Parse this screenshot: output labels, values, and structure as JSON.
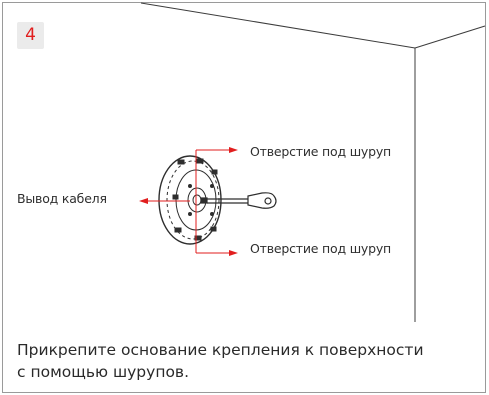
{
  "step": {
    "number": "4"
  },
  "labels": {
    "screw_hole_top": "Отверстие под шуруп",
    "cable_outlet": "Вывод кабеля",
    "screw_hole_bottom": "Отверстие под шуруп"
  },
  "instruction": {
    "line1": "Прикрепите основание крепления к поверхности",
    "line2": "с помощью шурупов."
  },
  "colors": {
    "accent": "#e11e1e",
    "line": "#3c3c3c",
    "badge_bg": "#ebebeb"
  },
  "icons": [
    "mount-base-icon",
    "screwdriver-icon",
    "arrow-icon"
  ]
}
